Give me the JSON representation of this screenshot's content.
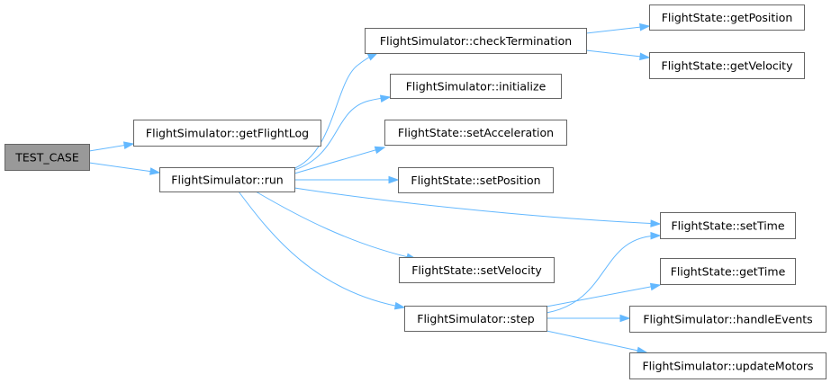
{
  "colors": {
    "edge": "#63b8ff",
    "node_border": "#666666",
    "node_fill": "#ffffff",
    "root_fill": "#999999",
    "text": "#000000"
  },
  "nodes": [
    {
      "id": "test_case",
      "label": "TEST_CASE",
      "root": true
    },
    {
      "id": "get_flight_log",
      "label": "FlightSimulator::getFlightLog"
    },
    {
      "id": "run",
      "label": "FlightSimulator::run"
    },
    {
      "id": "check_termination",
      "label": "FlightSimulator::checkTermination"
    },
    {
      "id": "initialize",
      "label": "FlightSimulator::initialize"
    },
    {
      "id": "set_acceleration",
      "label": "FlightState::setAcceleration"
    },
    {
      "id": "set_position",
      "label": "FlightState::setPosition"
    },
    {
      "id": "set_velocity",
      "label": "FlightState::setVelocity"
    },
    {
      "id": "step",
      "label": "FlightSimulator::step"
    },
    {
      "id": "get_position",
      "label": "FlightState::getPosition"
    },
    {
      "id": "get_velocity",
      "label": "FlightState::getVelocity"
    },
    {
      "id": "set_time",
      "label": "FlightState::setTime"
    },
    {
      "id": "get_time",
      "label": "FlightState::getTime"
    },
    {
      "id": "handle_events",
      "label": "FlightSimulator::handleEvents"
    },
    {
      "id": "update_motors",
      "label": "FlightSimulator::updateMotors"
    }
  ],
  "edges": [
    {
      "from": "test_case",
      "to": "get_flight_log"
    },
    {
      "from": "test_case",
      "to": "run"
    },
    {
      "from": "run",
      "to": "check_termination"
    },
    {
      "from": "run",
      "to": "initialize"
    },
    {
      "from": "run",
      "to": "set_acceleration"
    },
    {
      "from": "run",
      "to": "set_position"
    },
    {
      "from": "run",
      "to": "set_time"
    },
    {
      "from": "run",
      "to": "set_velocity"
    },
    {
      "from": "run",
      "to": "step"
    },
    {
      "from": "check_termination",
      "to": "get_position"
    },
    {
      "from": "check_termination",
      "to": "get_velocity"
    },
    {
      "from": "step",
      "to": "set_time"
    },
    {
      "from": "step",
      "to": "get_time"
    },
    {
      "from": "step",
      "to": "handle_events"
    },
    {
      "from": "step",
      "to": "update_motors"
    }
  ]
}
